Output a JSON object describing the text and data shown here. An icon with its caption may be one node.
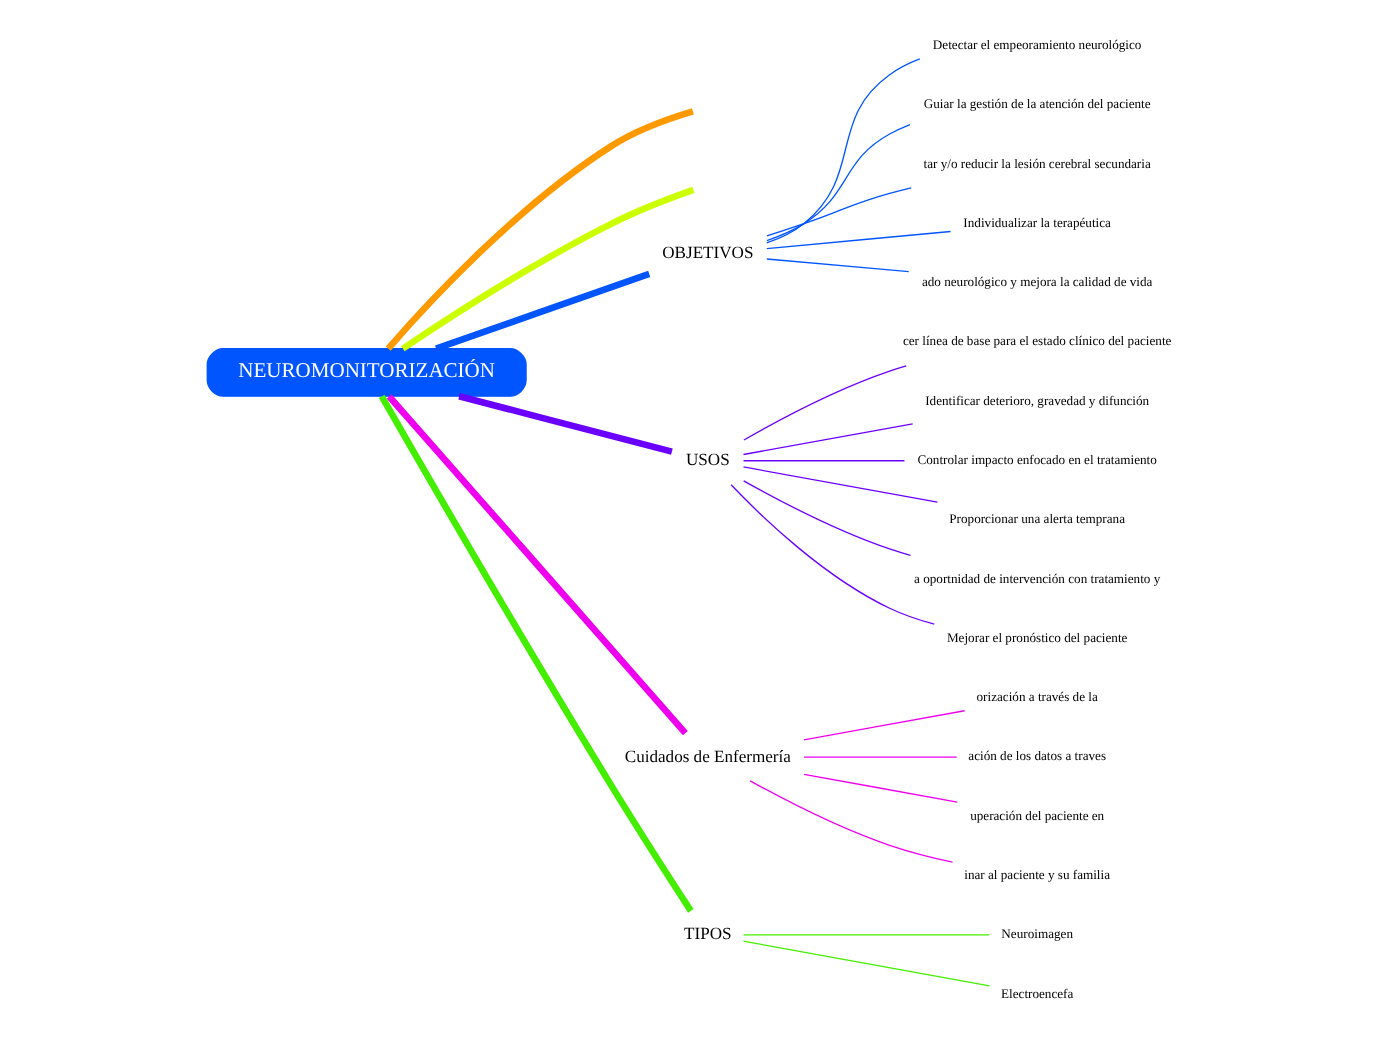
{
  "diagram": {
    "nodes": [
      {
        "text": [
          "NEUROMONITORIZACIÓN"
        ]
      },
      {
        "text": [
          "OBJETIVOS"
        ]
      },
      {
        "text": [
          "Detectar el empeoramiento neurológico"
        ]
      },
      {
        "text": [
          "Guiar la gestión de la atención del paciente"
        ]
      },
      {
        "text": [
          "tar y/o reducir la lesión cerebral secundaria"
        ]
      },
      {
        "text": [
          "Individualizar la terapéutica"
        ]
      },
      {
        "text": [
          "ado neurológico y mejora la calidad de vida"
        ]
      },
      {
        "text": [
          "USOS"
        ]
      },
      {
        "text": [
          "cer línea de base para el estado clínico del paciente"
        ]
      },
      {
        "text": [
          "Identificar deterioro, gravedad y difunción"
        ]
      },
      {
        "text": [
          "Controlar impacto enfocado en el tratamiento"
        ]
      },
      {
        "text": [
          "Proporcionar una alerta temprana"
        ]
      },
      {
        "text": [
          "a oportnidad de intervención con tratamiento y"
        ]
      },
      {
        "text": [
          "Mejorar el pronóstico del paciente"
        ]
      },
      {
        "text": [
          "Cuidados de Enfermería"
        ]
      },
      {
        "text": [
          "orización a través de la"
        ]
      },
      {
        "text": [
          "ación de los datos a traves"
        ]
      },
      {
        "text": [
          "uperación del paciente en"
        ]
      },
      {
        "text": [
          "inar al paciente y su familia"
        ]
      },
      {
        "text": [
          "TIPOS"
        ]
      },
      {
        "text": [
          "Neuroimagen"
        ]
      },
      {
        "text": [
          "Electroencefa"
        ]
      }
    ],
    "edges": [
      {
        "from": 0,
        "to": null,
        "arrow": "none",
        "style": "thick",
        "color": "#ff9900"
      },
      {
        "from": 0,
        "to": null,
        "arrow": "none",
        "style": "thick",
        "color": "#ccff00"
      },
      {
        "from": 0,
        "to": 1,
        "arrow": "none",
        "style": "thick",
        "color": "#0055ff"
      },
      {
        "from": 1,
        "to": 2,
        "arrow": "none",
        "color": "#0055ff"
      },
      {
        "from": 1,
        "to": 3,
        "arrow": "none",
        "color": "#0055ff"
      },
      {
        "from": 1,
        "to": 4,
        "arrow": "none",
        "color": "#0055ff"
      },
      {
        "from": 1,
        "to": 5,
        "arrow": "none",
        "color": "#0055ff"
      },
      {
        "from": 1,
        "to": 6,
        "arrow": "none",
        "color": "#0055ff"
      },
      {
        "from": 0,
        "to": 7,
        "arrow": "none",
        "style": "thick",
        "color": "#6a00ff"
      },
      {
        "from": 7,
        "to": 8,
        "arrow": "none",
        "color": "#6a00ff"
      },
      {
        "from": 7,
        "to": 9,
        "arrow": "none",
        "color": "#6a00ff"
      },
      {
        "from": 7,
        "to": 10,
        "arrow": "none",
        "color": "#6a00ff"
      },
      {
        "from": 7,
        "to": 11,
        "arrow": "none",
        "color": "#6a00ff"
      },
      {
        "from": 7,
        "to": 12,
        "arrow": "none",
        "color": "#6a00ff"
      },
      {
        "from": 7,
        "to": 13,
        "arrow": "none",
        "color": "#6a00ff"
      },
      {
        "from": 0,
        "to": 14,
        "arrow": "none",
        "style": "thick",
        "color": "#ee00ee"
      },
      {
        "from": 14,
        "to": 15,
        "arrow": "none",
        "color": "#ee00ee"
      },
      {
        "from": 14,
        "to": 16,
        "arrow": "none",
        "color": "#ee00ee"
      },
      {
        "from": 14,
        "to": 17,
        "arrow": "none",
        "color": "#ee00ee"
      },
      {
        "from": 14,
        "to": 18,
        "arrow": "none",
        "color": "#ee00ee"
      },
      {
        "from": 0,
        "to": 19,
        "arrow": "none",
        "style": "thick",
        "color": "#44ee00"
      },
      {
        "from": 19,
        "to": 20,
        "arrow": "none",
        "color": "#44ee00"
      },
      {
        "from": 19,
        "to": 21,
        "arrow": "none",
        "color": "#44ee00"
      }
    ]
  }
}
